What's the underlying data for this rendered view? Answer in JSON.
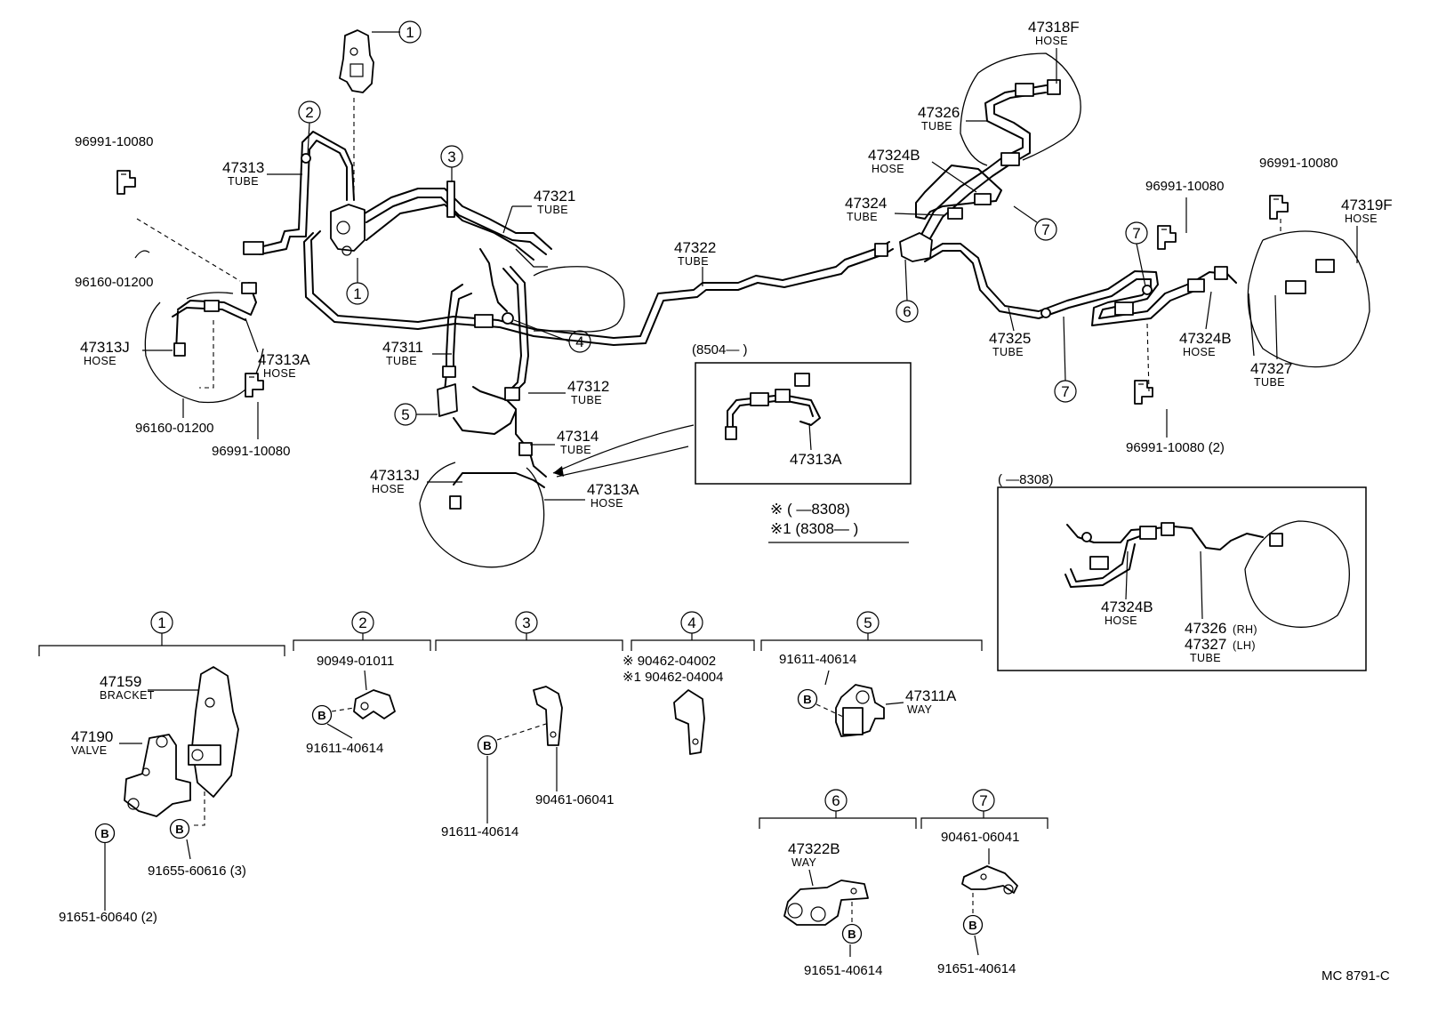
{
  "diagram_code": "MC 8791-C",
  "callouts": {
    "c1": "1",
    "c2": "2",
    "c3": "3",
    "c4": "4",
    "c5": "5",
    "c6": "6",
    "c7": "7"
  },
  "b_mark": "B",
  "parts": {
    "p96991_10080": "96991-10080",
    "p96160_01200": "96160-01200",
    "p47313": "47313",
    "p47313_sub": "TUBE",
    "p47313J": "47313J",
    "p47313J_sub": "HOSE",
    "p47313A": "47313A",
    "p47313A_sub": "HOSE",
    "p96160_01200_b": "96160-01200",
    "p96991_10080_b": "96991-10080",
    "p47321": "47321",
    "p47321_sub": "TUBE",
    "p47311": "47311",
    "p47311_sub": "TUBE",
    "p47312": "47312",
    "p47312_sub": "TUBE",
    "p47314": "47314",
    "p47314_sub": "TUBE",
    "p47313J_b": "47313J",
    "p47313J_b_sub": "HOSE",
    "p47313A_b": "47313A",
    "p47313A_b_sub": "HOSE",
    "p47322": "47322",
    "p47322_sub": "TUBE",
    "p47318F": "47318F",
    "p47318F_sub": "HOSE",
    "p47326": "47326",
    "p47326_sub": "TUBE",
    "p47324B": "47324B",
    "p47324B_sub": "HOSE",
    "p47324": "47324",
    "p47324_sub": "TUBE",
    "p47325": "47325",
    "p47325_sub": "TUBE",
    "p96991_10080_c": "96991-10080",
    "p96991_10080_d": "96991-10080",
    "p47319F": "47319F",
    "p47319F_sub": "HOSE",
    "p47324B_b": "47324B",
    "p47324B_b_sub": "HOSE",
    "p47327": "47327",
    "p47327_sub": "TUBE",
    "p96991_10080_e": "96991-10080 (2)"
  },
  "inset1": {
    "range": "(8504—        )",
    "part": "47313A"
  },
  "legend": {
    "line1": "※  (        —8308)",
    "line2": "※1 (8308—        )"
  },
  "inset2": {
    "range": "(        —8308)",
    "part_hose": "47324B",
    "part_hose_sub": "HOSE",
    "part_rh": "47326",
    "rh": "(RH)",
    "part_lh": "47327",
    "lh": "(LH)",
    "part_tube_sub": "TUBE"
  },
  "groups": {
    "g1": {
      "num": "1",
      "p1": "47159",
      "p1_sub": "BRACKET",
      "p2": "47190",
      "p2_sub": "VALVE",
      "p3": "91655-60616 (3)",
      "p4": "91651-60640 (2)"
    },
    "g2": {
      "num": "2",
      "p1": "90949-01011",
      "p2": "91611-40614"
    },
    "g3": {
      "num": "3",
      "p1": "90461-06041",
      "p2": "91611-40614"
    },
    "g4": {
      "num": "4",
      "p1": "※  90462-04002",
      "p2": "※1 90462-04004"
    },
    "g5": {
      "num": "5",
      "p1": "91611-40614",
      "p2": "47311A",
      "p2_sub": "WAY"
    },
    "g6": {
      "num": "6",
      "p1": "47322B",
      "p1_sub": "WAY",
      "p2": "91651-40614"
    },
    "g7": {
      "num": "7",
      "p1": "90461-06041",
      "p2": "91651-40614"
    }
  }
}
